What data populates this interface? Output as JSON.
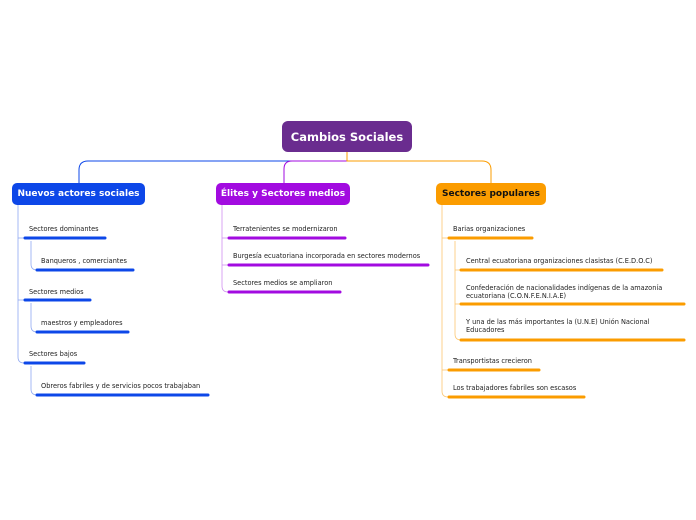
{
  "root": {
    "label": "Cambios Sociales",
    "color": "#6a2c8f"
  },
  "categories": [
    {
      "label": "Nuevos actores sociales",
      "color": "#0d47e8",
      "items": [
        {
          "label": "Sectores dominantes",
          "children": [
            "Banqueros , comerciantes"
          ]
        },
        {
          "label": "Sectores medios",
          "children": [
            "maestros y empleadores"
          ]
        },
        {
          "label": "Sectores bajos",
          "children": [
            "Obreros fabriles y de servicios pocos trabajaban"
          ]
        }
      ]
    },
    {
      "label": "Élites y Sectores medios",
      "color": "#a20be0",
      "items": [
        {
          "label": "Terratenientes se modernizaron"
        },
        {
          "label": "Burgesía ecuatoriana incorporada en sectores modernos"
        },
        {
          "label": "Sectores medios se ampliaron"
        }
      ]
    },
    {
      "label": "Sectores populares",
      "color": "#fb9c00",
      "items": [
        {
          "label": "Barias organizaciones",
          "children": [
            "Central ecuatoriana organizaciones clasistas (C.E.D.O.C)",
            "Confederación de nacionalidades indígenas de la amazonía ecuatoriana (C.O.N.F.E.N.I.A.E)",
            "Y una de las más importantes la (U.N.E) Unión Nacional Educadores"
          ]
        },
        {
          "label": "Transportistas crecieron"
        },
        {
          "label": "Los trabajadores fabriles son escasos"
        }
      ]
    }
  ]
}
